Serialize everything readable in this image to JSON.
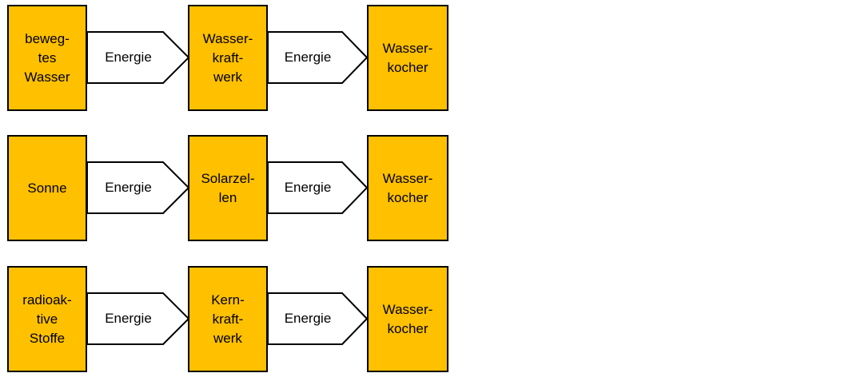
{
  "diagram": {
    "colors": {
      "background": "#FFFFFF",
      "box_fill": "#FFC000",
      "box_border": "#000000",
      "arrow_fill": "#FFFFFF",
      "arrow_border": "#000000",
      "text": "#000000"
    },
    "rows": [
      {
        "source": "beweg-\ntes\nWasser",
        "arrow1": "Energie",
        "converter": "Wasser-\nkraft-\nwerk",
        "arrow2": "Energie",
        "consumer": "Wasser-\nkocher"
      },
      {
        "source": "Sonne",
        "arrow1": "Energie",
        "converter": "Solarzel-\nlen",
        "arrow2": "Energie",
        "consumer": "Wasser-\nkocher"
      },
      {
        "source": "radioak-\ntive\nStoffe",
        "arrow1": "Energie",
        "converter": "Kern-\nkraft-\nwerk",
        "arrow2": "Energie",
        "consumer": "Wasser-\nkocher"
      }
    ]
  }
}
